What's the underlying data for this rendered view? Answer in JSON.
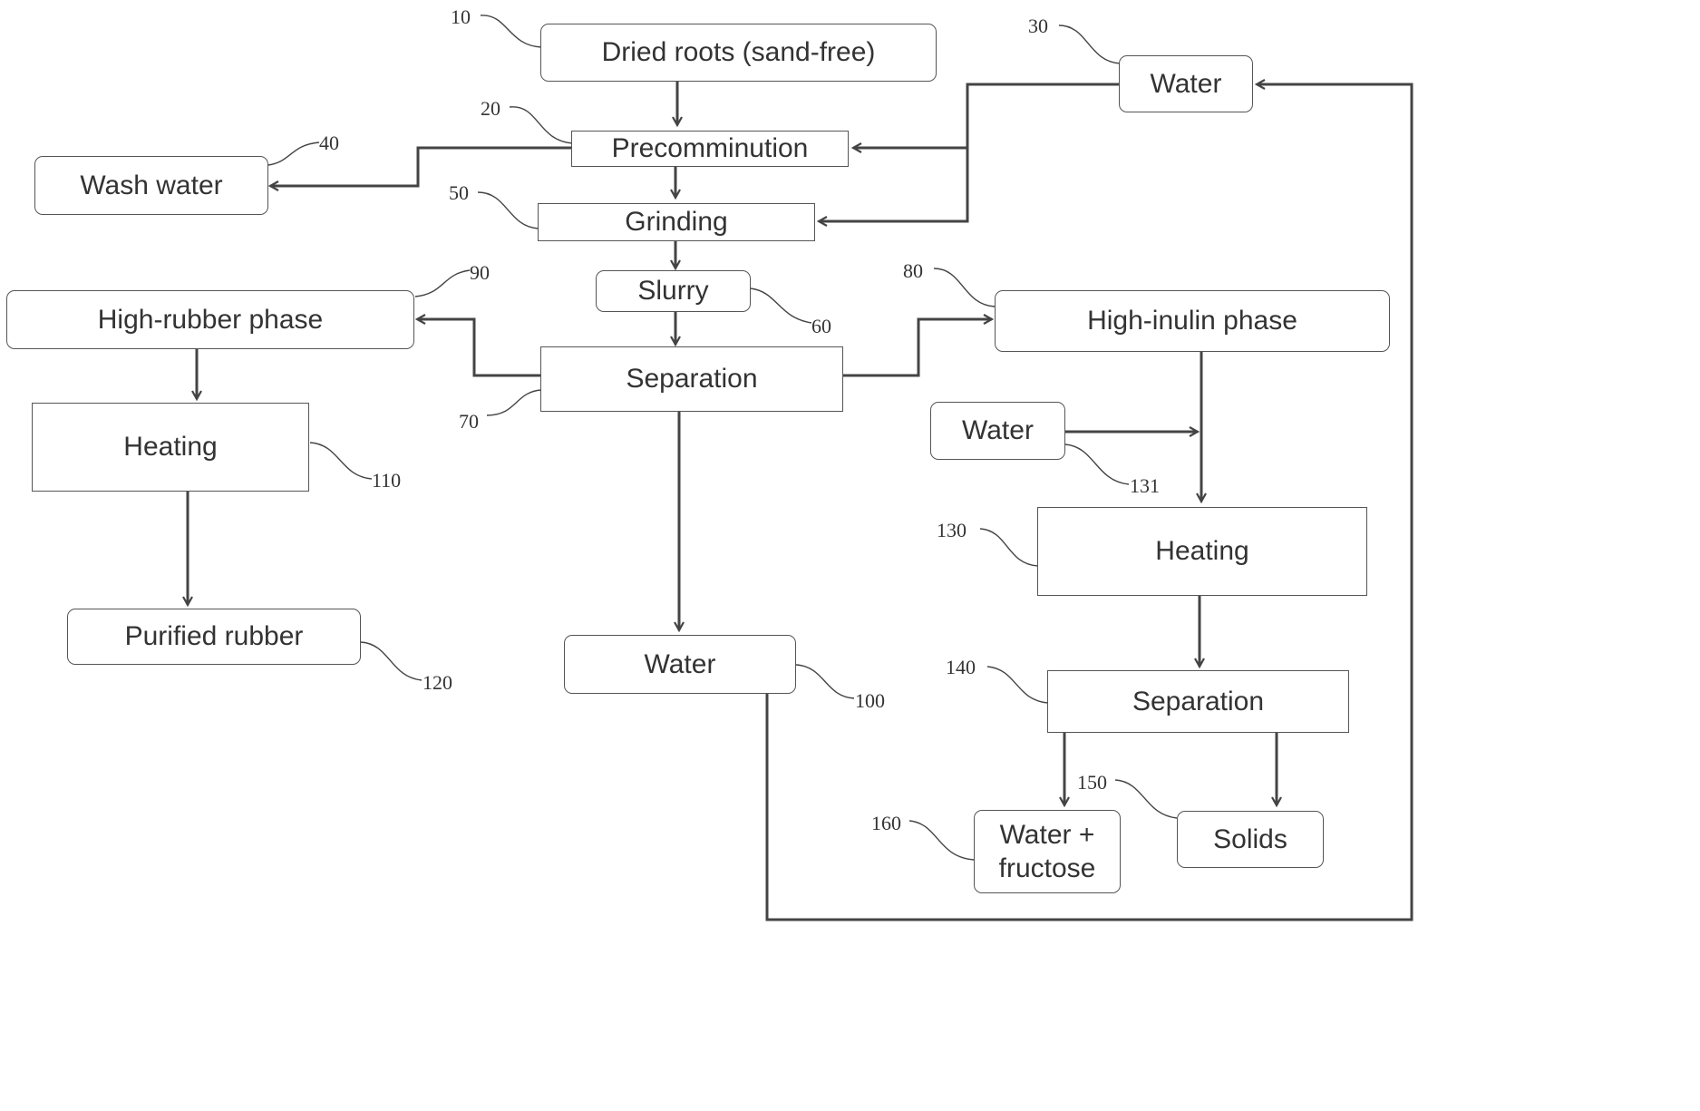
{
  "boxes": {
    "dried_roots": "Dried roots (sand-free)",
    "water_top": "Water",
    "precomminution": "Precomminution",
    "wash_water": "Wash water",
    "grinding": "Grinding",
    "slurry": "Slurry",
    "separation_main": "Separation",
    "high_rubber_phase": "High-rubber phase",
    "high_inulin_phase": "High-inulin phase",
    "heating_left": "Heating",
    "purified_rubber": "Purified rubber",
    "water_middle": "Water",
    "water_right": "Water",
    "heating_right": "Heating",
    "separation_right": "Separation",
    "water_fructose_line1": "Water +",
    "water_fructose_line2": "fructose",
    "solids": "Solids"
  },
  "refs": {
    "r10": "10",
    "r20": "20",
    "r30": "30",
    "r40": "40",
    "r50": "50",
    "r60": "60",
    "r70": "70",
    "r80": "80",
    "r90": "90",
    "r100": "100",
    "r110": "110",
    "r120": "120",
    "r130": "130",
    "r131": "131",
    "r140": "140",
    "r150": "150",
    "r160": "160"
  }
}
